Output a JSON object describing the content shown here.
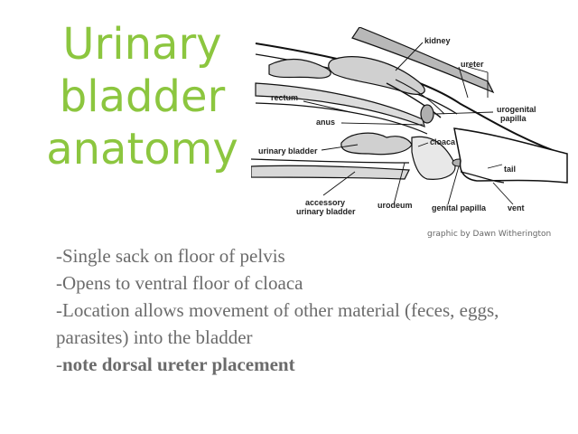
{
  "slide": {
    "title_lines": [
      "Urinary",
      "bladder",
      "anatomy"
    ],
    "credit": "graphic by Dawn Witherington",
    "bullets": [
      "-Single sack on floor of pelvis",
      "-Opens to ventral floor of cloaca",
      "-Location allows movement of other material (feces, eggs, parasites) into the bladder"
    ],
    "last_bullet_prefix": "-",
    "last_bullet_bold": "note dorsal ureter placement"
  },
  "diagram": {
    "labels": {
      "kidney": "kidney",
      "ureter": "ureter",
      "rectum": "rectum",
      "urogenital_papilla_1": "urogenital",
      "urogenital_papilla_2": "papilla",
      "anus": "anus",
      "urinary_bladder": "urinary bladder",
      "cloaca": "cloaca",
      "tail": "tail",
      "accessory_1": "accessory",
      "accessory_2": "urinary bladder",
      "urodeum": "urodeum",
      "genital_papilla": "genital papilla",
      "vent": "vent"
    }
  },
  "colors": {
    "title": "#8cc63f",
    "body_text": "#6b6b6b"
  }
}
